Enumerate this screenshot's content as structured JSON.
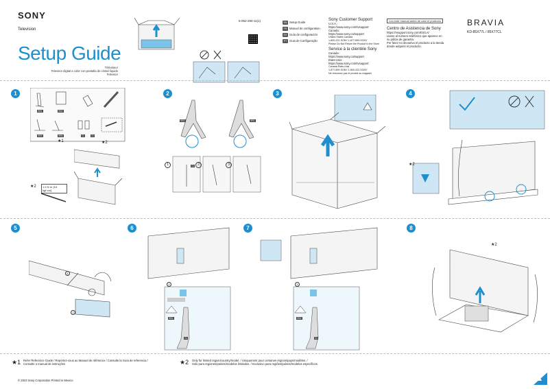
{
  "header": {
    "brand": "SONY",
    "product": "Television",
    "title": "Setup Guide",
    "subtitle_lines": [
      "Téléviseur",
      "Televisor digital a color con pantalla de cristal líquido",
      "Televisor"
    ],
    "doc_number": "5-052-280-11(1)",
    "bravia": "BRAVIA",
    "model": "KD-85X77L / 85X77CL"
  },
  "guides": [
    {
      "badge": "EN",
      "label": "Setup Guide"
    },
    {
      "badge": "FR",
      "label": "Manuel de configuration"
    },
    {
      "badge": "ES",
      "label": "Guía de configuración"
    },
    {
      "badge": "PT",
      "label": "Guia de Configuração"
    }
  ],
  "support": {
    "heading": "Sony Customer Support",
    "us_label": "U.S.A.:",
    "us_url": "https://www.sony.com/tvsupport",
    "canada_label": "Canada:",
    "canada_url": "https://www.sony.ca/support",
    "phones_label": "United States   Canada",
    "phones": "1-800-222-SONY        1-877-899-SONY",
    "return_note": "Please Do Not Return the Product to the Store",
    "fr_heading": "Service à la clientèle Sony",
    "fr_canada_label": "Canada :",
    "fr_canada_url": "https://www.sony.ca/support",
    "fr_us_label": "États-Unis :",
    "fr_us_url": "https://www.sony.com/tvsupport",
    "fr_phones_label": "Canada                    États-Unis",
    "fr_phones": "1-877-899-SONY        1-800-222-SONY",
    "fr_return_note": "Ne retournez pas le produit au magasin"
  },
  "spanish": {
    "box_note": "Lea este manual antes de usar el producto",
    "heading": "Centro de Asistencia de Sony",
    "url": "https://esupport.sony.com/ES/LA/",
    "line1": "Llame al número telefónico que aparece en",
    "line2": "su póliza de garantía.",
    "line3": "Por favor no devuelva el producto a la tienda",
    "line4": "donde adquirió el producto."
  },
  "steps": [
    "1",
    "2",
    "3",
    "4",
    "5",
    "6",
    "7",
    "8"
  ],
  "step1": {
    "parts": [
      "SB1",
      "SB2",
      "SB3",
      "SB4",
      "CL",
      "CL"
    ],
    "star1": "★1",
    "star2": "★2",
    "torque": "1.5 N·m {15 kgf·cm}"
  },
  "step2": {
    "left_label": "SB2",
    "right_label": "SB1",
    "sub": [
      "1",
      "2",
      "3"
    ],
    "cl": "CL"
  },
  "step4": {
    "star2": "★2"
  },
  "step5": {
    "sub": [
      "1",
      "2"
    ]
  },
  "step6": {
    "sub": "2",
    "top": "SB1",
    "bottom": "CL"
  },
  "step7": {
    "sub": "3",
    "top": "SB2",
    "bottom": "CL"
  },
  "step8": {
    "star2": "★2"
  },
  "footnotes": {
    "n1_mark": "★1",
    "n1_line1": "Refer Reference Guide / Reportez-vous au Manuel de référence / Consulte la Guía de referencia /",
    "n1_line2": "Consulte o manual de instruções",
    "n2_mark": "★2",
    "n2_line1": "Only for limited region/country/model. / Uniquement pour certaines régions/pays/modèles. /",
    "n2_line2": "Solo para regiones/países/modelos limitados. / Exclusivo para regiões/países/modelos específicos."
  },
  "copyright": "© 2023 Sony Corporation  Printed in Mexico",
  "colors": {
    "accent": "#1d8fcf",
    "inset": "#cfe7f4"
  }
}
